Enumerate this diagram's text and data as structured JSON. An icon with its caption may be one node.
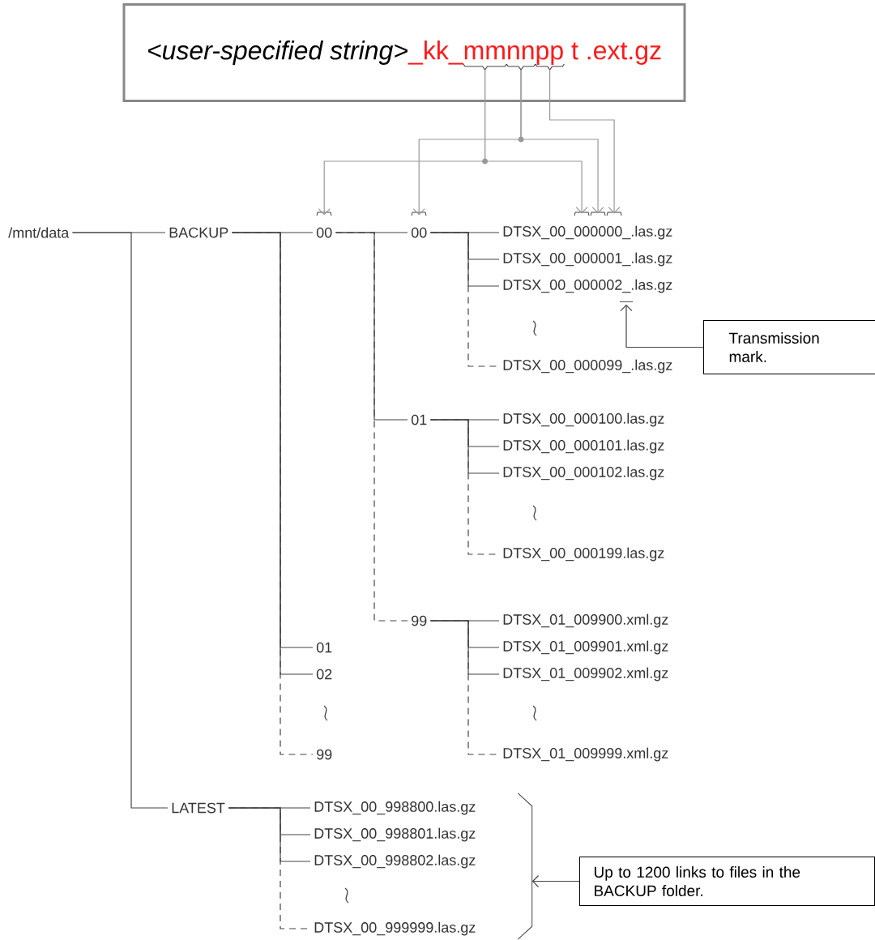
{
  "diagram": {
    "nodes": [
      {
        "text": [
          "<user-specified string>",
          "_kk_mmnnpp t .ext.gz"
        ]
      },
      {
        "text": [
          "/mnt/data"
        ]
      },
      {
        "text": [
          "BACKUP"
        ]
      },
      {
        "text": [
          "00"
        ]
      },
      {
        "text": [
          "00"
        ]
      },
      {
        "text": [
          "DTSX_00_000000_.las.gz"
        ]
      },
      {
        "text": [
          "DTSX_00_000001_.las.gz"
        ]
      },
      {
        "text": [
          "DTSX_00_000002_.las.gz"
        ]
      },
      {
        "text": [
          "Transmission mark."
        ]
      },
      {
        "text": [],
        "shape": "bar"
      },
      {
        "text": [
          "DTSX_00_000099_.las.gz"
        ]
      },
      {
        "text": [
          "01"
        ]
      },
      {
        "text": [
          "DTSX_00_000100.las.gz"
        ]
      },
      {
        "text": [
          "DTSX_00_000101.las.gz"
        ]
      },
      {
        "text": [
          "DTSX_00_000102.las.gz"
        ]
      },
      {
        "text": [
          "DTSX_00_000199.las.gz"
        ]
      },
      {
        "text": [
          "99"
        ]
      },
      {
        "text": [
          "DTSX_01_009900.xml.gz"
        ]
      },
      {
        "text": [
          "DTSX_01_009901.xml.gz"
        ]
      },
      {
        "text": [
          "DTSX_01_009902.xml.gz"
        ]
      },
      {
        "text": [
          "DTSX_01_009999.xml.gz"
        ]
      },
      {
        "text": [
          "01"
        ]
      },
      {
        "text": [
          "02"
        ]
      },
      {
        "text": [
          "99"
        ]
      },
      {
        "text": [
          "LATEST"
        ]
      },
      {
        "text": [
          "DTSX_00_998800.las.gz"
        ]
      },
      {
        "text": [
          "DTSX_00_998801.las.gz"
        ]
      },
      {
        "text": [
          "DTSX_00_998802.las.gz"
        ]
      },
      {
        "text": [
          "DTSX_00_999999.las.gz"
        ]
      },
      {
        "text": [],
        "shape": "bracket"
      },
      {
        "text": [
          "Up to 1200 links to files in the BACKUP folder."
        ]
      }
    ],
    "edges": [
      {
        "from": 0,
        "to": 3,
        "arrow": "to",
        "color": "#999999"
      },
      {
        "from": 0,
        "to": 5,
        "arrow": "to",
        "color": "#999999"
      },
      {
        "from": 0,
        "to": 4,
        "arrow": "to",
        "color": "#999999"
      },
      {
        "from": 0,
        "to": 5,
        "arrow": "to",
        "color": "#999999"
      },
      {
        "from": 0,
        "to": 5,
        "arrow": "to",
        "color": "#999999"
      },
      {
        "from": 1,
        "to": 2,
        "arrow": "none"
      },
      {
        "from": 1,
        "to": 24,
        "arrow": "none"
      },
      {
        "from": 2,
        "to": 3,
        "arrow": "none"
      },
      {
        "from": 2,
        "to": 21,
        "arrow": "none"
      },
      {
        "from": 2,
        "to": 22,
        "arrow": "none"
      },
      {
        "from": 2,
        "to": 23,
        "arrow": "none",
        "style": "dashed"
      },
      {
        "from": 3,
        "to": 4,
        "arrow": "none"
      },
      {
        "from": 3,
        "to": 11,
        "arrow": "none"
      },
      {
        "from": 3,
        "to": 16,
        "arrow": "none",
        "style": "dashed"
      },
      {
        "from": 4,
        "to": 5,
        "arrow": "none"
      },
      {
        "from": 4,
        "to": 6,
        "arrow": "none"
      },
      {
        "from": 4,
        "to": 7,
        "arrow": "none"
      },
      {
        "from": 4,
        "to": 10,
        "arrow": "none",
        "style": "dashed"
      },
      {
        "from": 11,
        "to": 12,
        "arrow": "none"
      },
      {
        "from": 11,
        "to": 13,
        "arrow": "none"
      },
      {
        "from": 11,
        "to": 14,
        "arrow": "none"
      },
      {
        "from": 11,
        "to": 15,
        "arrow": "none",
        "style": "dashed"
      },
      {
        "from": 16,
        "to": 17,
        "arrow": "none"
      },
      {
        "from": 16,
        "to": 18,
        "arrow": "none"
      },
      {
        "from": 16,
        "to": 19,
        "arrow": "none"
      },
      {
        "from": 16,
        "to": 20,
        "arrow": "none",
        "style": "dashed"
      },
      {
        "from": 24,
        "to": 25,
        "arrow": "none"
      },
      {
        "from": 24,
        "to": 26,
        "arrow": "none"
      },
      {
        "from": 24,
        "to": 27,
        "arrow": "none"
      },
      {
        "from": 24,
        "to": 28,
        "arrow": "none",
        "style": "dashed"
      },
      {
        "from": 8,
        "to": 9,
        "arrow": "to"
      },
      {
        "from": 30,
        "to": 29,
        "arrow": "to"
      }
    ]
  }
}
